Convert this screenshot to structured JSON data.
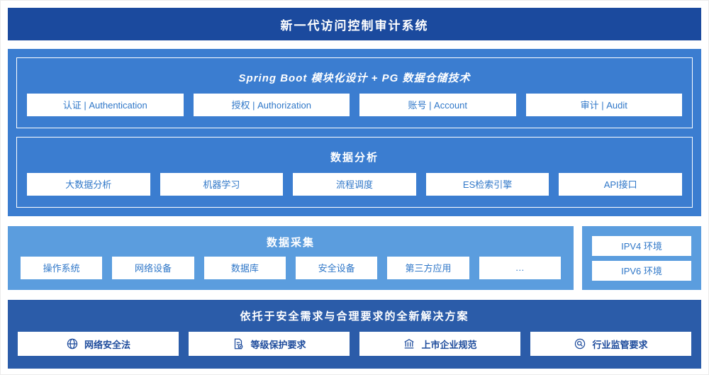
{
  "header": {
    "title": "新一代访问控制审计系统"
  },
  "platform": {
    "modules_section": {
      "title": "Spring Boot 模块化设计 + PG 数据仓储技术",
      "items": [
        "认证 | Authentication",
        "授权 | Authorization",
        "账号 | Account",
        "审计 | Audit"
      ]
    },
    "analysis_section": {
      "title": "数据分析",
      "items": [
        "大数据分析",
        "机器学习",
        "流程调度",
        "ES检索引擎",
        "API接口"
      ]
    }
  },
  "collection": {
    "title": "数据采集",
    "items": [
      "操作系统",
      "网络设备",
      "数据库",
      "安全设备",
      "第三方应用",
      "…"
    ]
  },
  "environment": {
    "items": [
      "IPV4 环境",
      "IPV6 环境"
    ]
  },
  "solution": {
    "title": "依托于安全需求与合理要求的全新解决方案",
    "items": [
      {
        "icon": "globe-icon",
        "label": "网络安全法"
      },
      {
        "icon": "document-shield-icon",
        "label": "等级保护要求"
      },
      {
        "icon": "bank-icon",
        "label": "上市企业规范"
      },
      {
        "icon": "magnifier-circle-icon",
        "label": "行业监管要求"
      }
    ]
  },
  "colors": {
    "banner_bg": "#1b4a9e",
    "platform_bg": "#3b7dd0",
    "collection_bg": "#5b9dde",
    "solution_bg": "#2b5ca9",
    "box_text": "#2f77c8",
    "solution_text": "#1d4b9c"
  }
}
